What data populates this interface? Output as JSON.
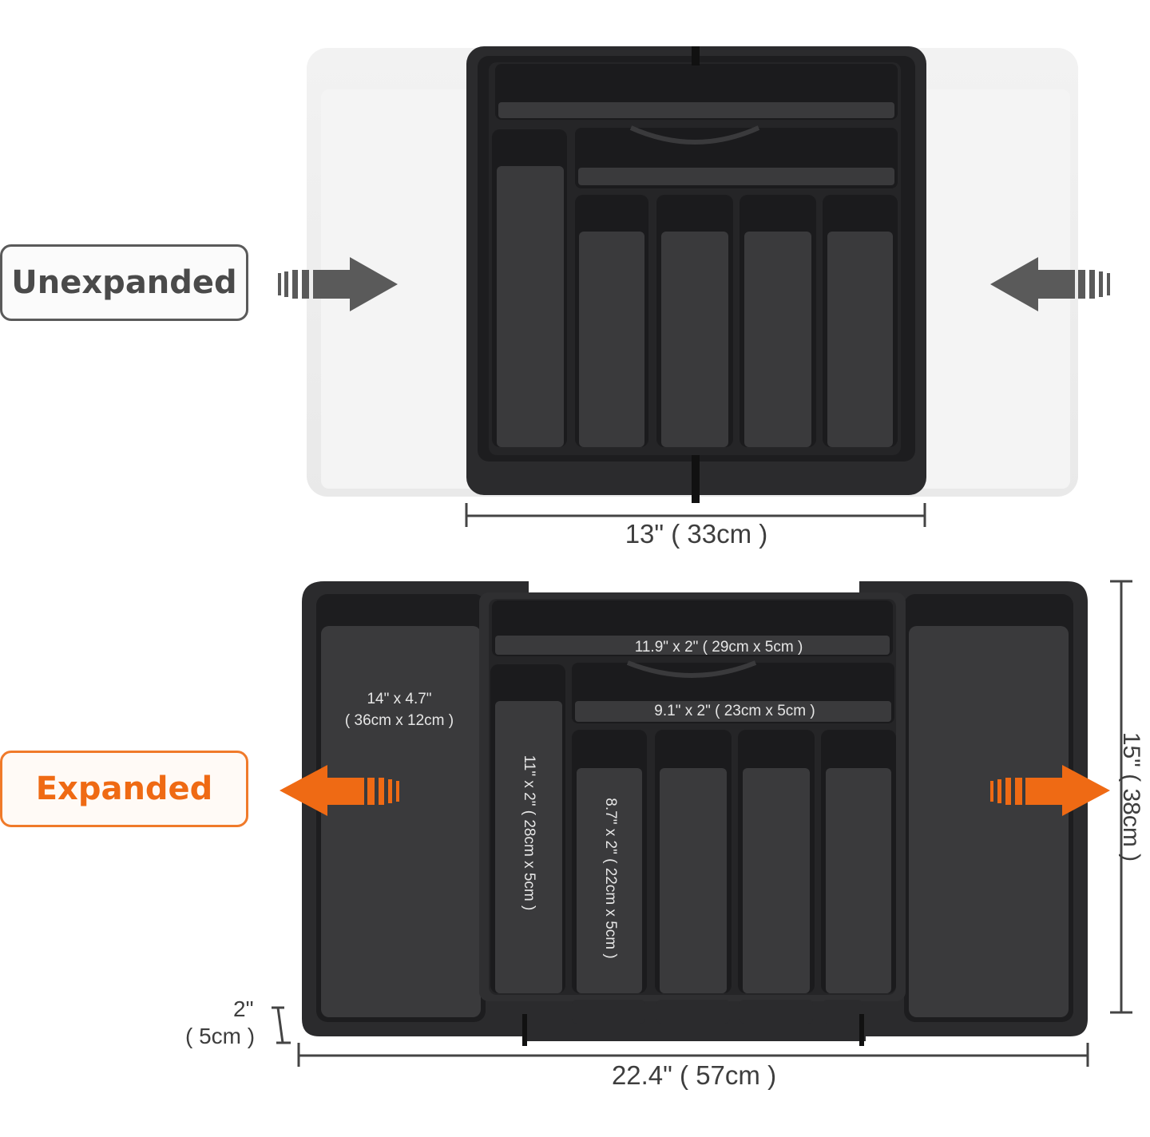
{
  "labels": {
    "unexpanded": "Unexpanded",
    "expanded": "Expanded"
  },
  "dimensions": {
    "unexpanded_width": "13\" ( 33cm )",
    "expanded_width": "22.4\" ( 57cm )",
    "depth_in": "2\"",
    "depth_cm": "( 5cm )",
    "length": "15\" ( 38cm )"
  },
  "compartments": {
    "side_line1": "14\" x 4.7\"",
    "side_line2": "( 36cm x 12cm )",
    "top_slot": "11.9\" x 2\" ( 29cm x 5cm )",
    "second_slot": "9.1\" x 2\" ( 23cm x 5cm )",
    "tall_slot": "11\" x 2\" ( 28cm x 5cm )",
    "utensil_slot": "8.7\" x 2\" ( 22cm x 5cm )"
  },
  "colors": {
    "tray": "#2b2b2d",
    "tray_inner": "#3a3a3c",
    "ghost": "#ececec",
    "gray_arrow": "#5a5a5a",
    "orange_arrow": "#ef6a14"
  }
}
